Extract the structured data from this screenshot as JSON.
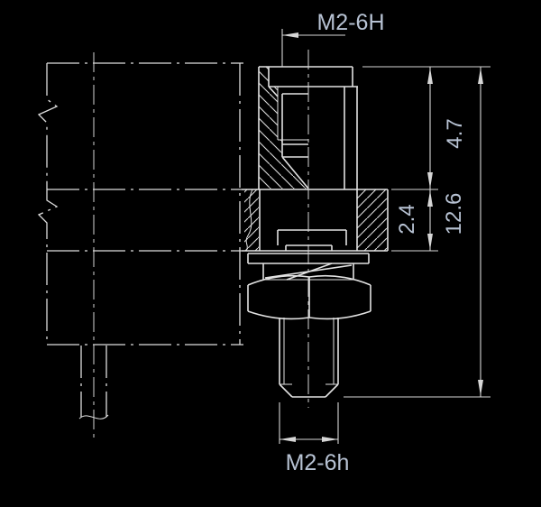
{
  "page": {
    "background": "#000000"
  },
  "drawing": {
    "line_color": "#e2e2e2",
    "dim_line_color": "#d6d6d6",
    "text_color": "#b7c2d3",
    "top_thread_label": "M2-6H",
    "bottom_thread_label": "M2-6h",
    "dim_insert_height": "4.7",
    "dim_panel_thickness": "2.4",
    "dim_overall_length": "12.6"
  }
}
